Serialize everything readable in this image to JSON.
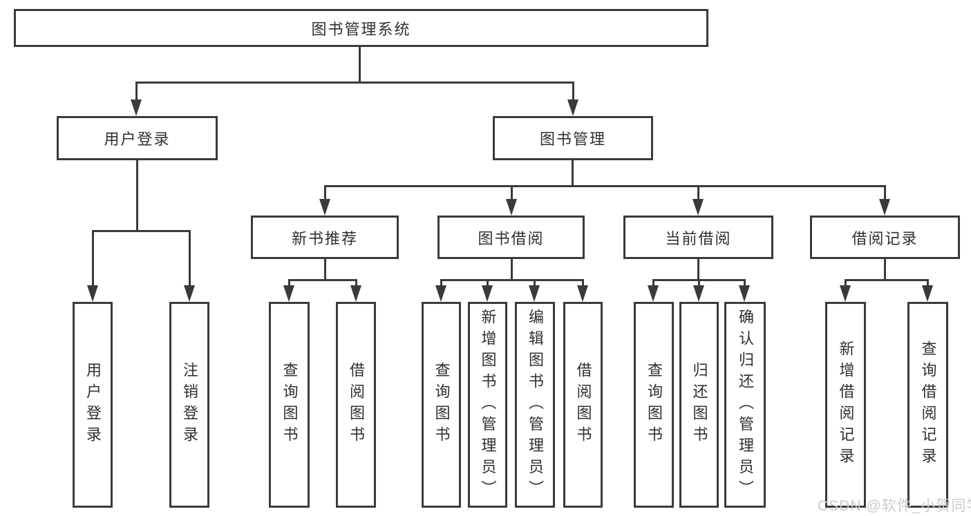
{
  "diagram": {
    "root": "图书管理系统",
    "branches": [
      {
        "label": "用户登录",
        "children": [
          "用户登录",
          "注销登录"
        ]
      },
      {
        "label": "图书管理",
        "sections": [
          {
            "label": "新书推荐",
            "children": [
              "查询图书",
              "借阅图书"
            ]
          },
          {
            "label": "图书借阅",
            "children": [
              "查询图书",
              "新增图书（管理员）",
              "编辑图书（管理员）",
              "借阅图书"
            ]
          },
          {
            "label": "当前借阅",
            "children": [
              "查询图书",
              "归还图书",
              "确认归还（管理员）"
            ]
          },
          {
            "label": "借阅记录",
            "children": [
              "新增借阅记录",
              "查询借阅记录"
            ]
          }
        ]
      }
    ],
    "colors": {
      "line": "#3a3a3a",
      "text": "#2f2f2f",
      "background": "#ffffff",
      "watermark": "#c9cacd"
    }
  },
  "watermark": {
    "text": "CSDN @软件_小贺同学"
  }
}
